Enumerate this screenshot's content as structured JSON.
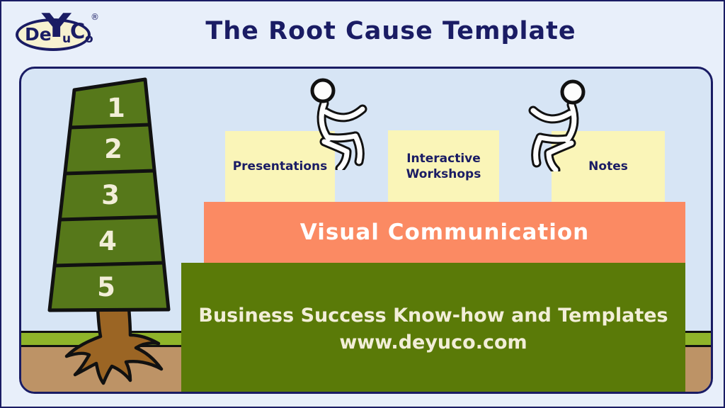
{
  "title": "The Root Cause Template",
  "logo": {
    "de": "De",
    "y": "Y",
    "u": "u",
    "c": "C",
    "o": "o",
    "registered": "®"
  },
  "tree": {
    "levels": [
      "1",
      "2",
      "3",
      "4",
      "5"
    ]
  },
  "notes": [
    {
      "label": "Presentations"
    },
    {
      "label": "Interactive Workshops"
    },
    {
      "label": "Notes"
    }
  ],
  "visual_bar": {
    "label": "Visual Communication"
  },
  "foundation_bar": {
    "line1": "Business Success Know-how and Templates",
    "line2": "www.deyuco.com"
  },
  "colors": {
    "background": "#e8effa",
    "panel": "#d7e5f5",
    "navy": "#1a1c64",
    "tree_green": "#56781a",
    "bar_green": "#5a7a08",
    "orange": "#fb8a63",
    "note_yellow": "#faf5b8",
    "grass": "#8fb42a",
    "soil": "#bd9366",
    "trunk": "#9b6524",
    "cream_text": "#f2eed8"
  }
}
